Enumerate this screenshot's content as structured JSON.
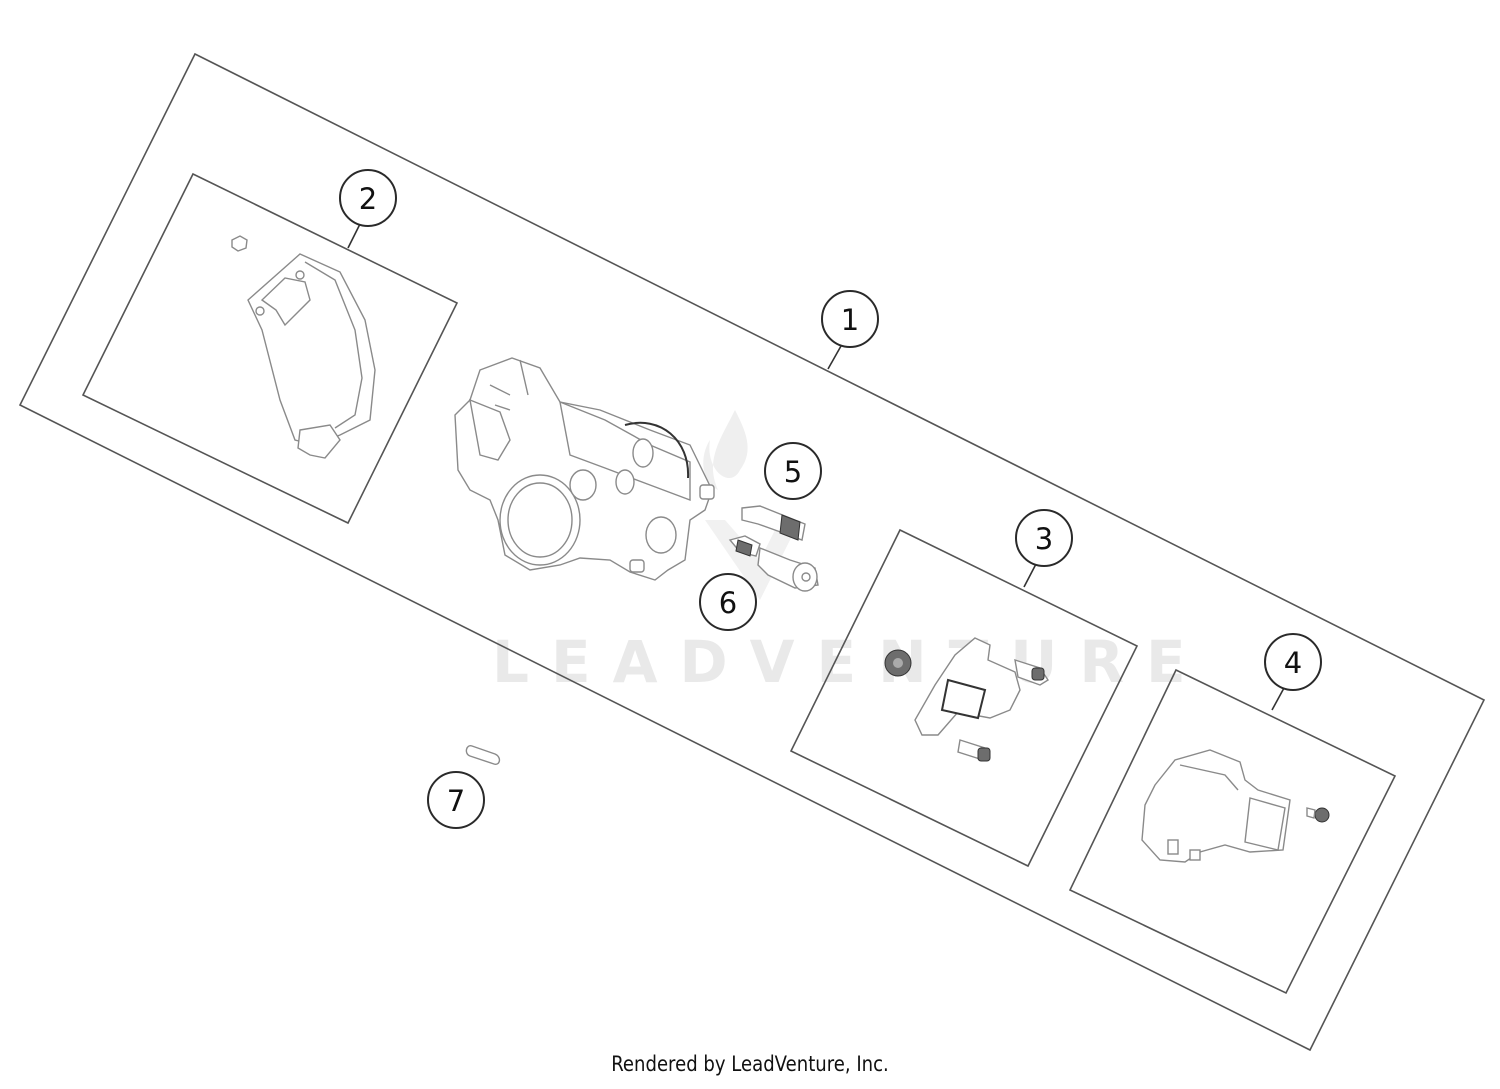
{
  "diagram": {
    "type": "exploded-parts-diagram",
    "subject": "throttle body assembly",
    "watermark": "LEADVENTURE",
    "callouts": [
      {
        "id": "1",
        "label": "1",
        "description": "throttle body assembly (outer frame)"
      },
      {
        "id": "2",
        "label": "2",
        "description": "cover with screw"
      },
      {
        "id": "3",
        "label": "3",
        "description": "sensor with screws and seal"
      },
      {
        "id": "4",
        "label": "4",
        "description": "cover cap with nut"
      },
      {
        "id": "5",
        "label": "5",
        "description": "adjusting screw"
      },
      {
        "id": "6",
        "label": "6",
        "description": "idle screw with spring"
      },
      {
        "id": "7",
        "label": "7",
        "description": "pin / dowel"
      }
    ]
  },
  "footer": {
    "text": "Rendered by LeadVenture, Inc."
  }
}
